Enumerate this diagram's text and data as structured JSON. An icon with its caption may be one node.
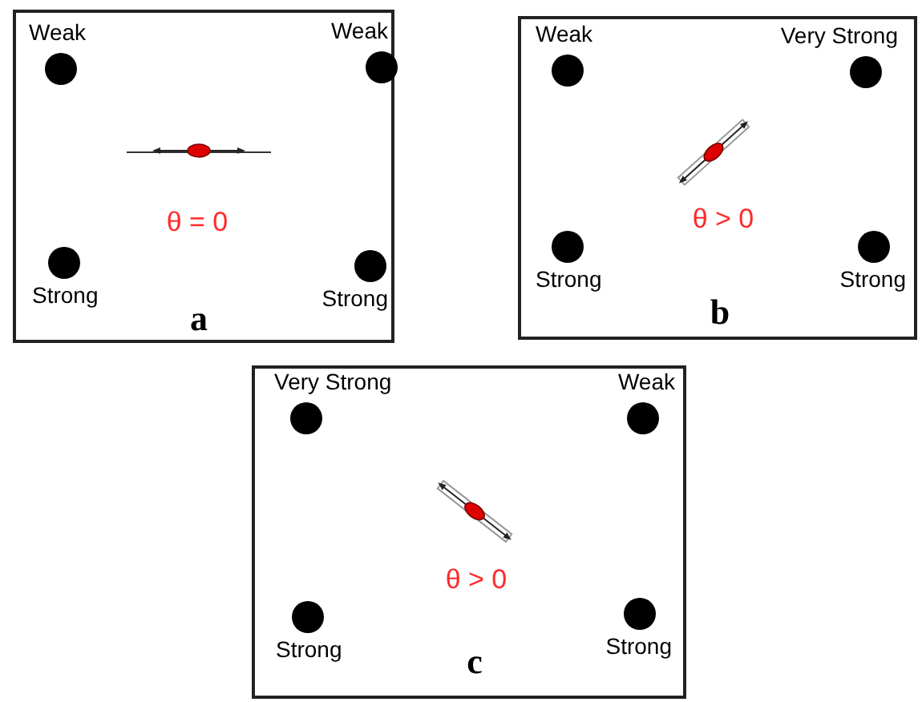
{
  "diagram": {
    "nodes": [
      {
        "text": [
          "θ = 0",
          "a"
        ]
      },
      {
        "text": [],
        "shape": "circle",
        "in": 0,
        "beside": [
          "Weak"
        ]
      },
      {
        "text": [],
        "shape": "circle",
        "in": 0,
        "beside": [
          "Weak"
        ]
      },
      {
        "text": [],
        "shape": "circle",
        "in": 0,
        "beside": [
          "Strong"
        ]
      },
      {
        "text": [],
        "shape": "circle",
        "in": 0,
        "beside": [
          "Strong"
        ]
      },
      {
        "text": [
          "θ > 0",
          "b"
        ]
      },
      {
        "text": [],
        "shape": "circle",
        "in": 5,
        "beside": [
          "Weak"
        ]
      },
      {
        "text": [],
        "shape": "circle",
        "in": 5,
        "beside": [
          "Very Strong"
        ]
      },
      {
        "text": [],
        "shape": "circle",
        "in": 5,
        "beside": [
          "Strong"
        ]
      },
      {
        "text": [],
        "shape": "circle",
        "in": 5,
        "beside": [
          "Strong"
        ]
      },
      {
        "text": [
          "θ > 0",
          "c"
        ]
      },
      {
        "text": [],
        "shape": "circle",
        "in": 10,
        "beside": [
          "Very Strong"
        ]
      },
      {
        "text": [],
        "shape": "circle",
        "in": 10,
        "beside": [
          "Weak"
        ]
      },
      {
        "text": [],
        "shape": "circle",
        "in": 10,
        "beside": [
          "Strong"
        ]
      },
      {
        "text": [],
        "shape": "circle",
        "in": 10,
        "beside": [
          "Strong"
        ]
      }
    ]
  }
}
